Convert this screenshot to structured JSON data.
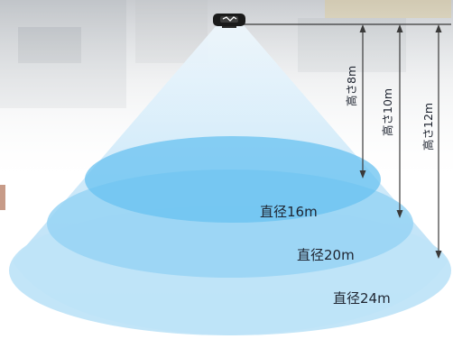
{
  "diagram": {
    "height_labels": [
      "高さ8m",
      "高さ10m",
      "高さ12m"
    ],
    "diameter_labels": [
      "直径16m",
      "直径20m",
      "直径24m"
    ]
  },
  "colors": {
    "cone_light": "#dff0fb",
    "cone_mid": "#9fd3f3",
    "ellipse_large": "#b9e1f8",
    "ellipse_mid": "#8fd0f3",
    "ellipse_small": "#5fbff0",
    "dimension_line": "#3a3a3a",
    "device": "#1a1a1a"
  }
}
